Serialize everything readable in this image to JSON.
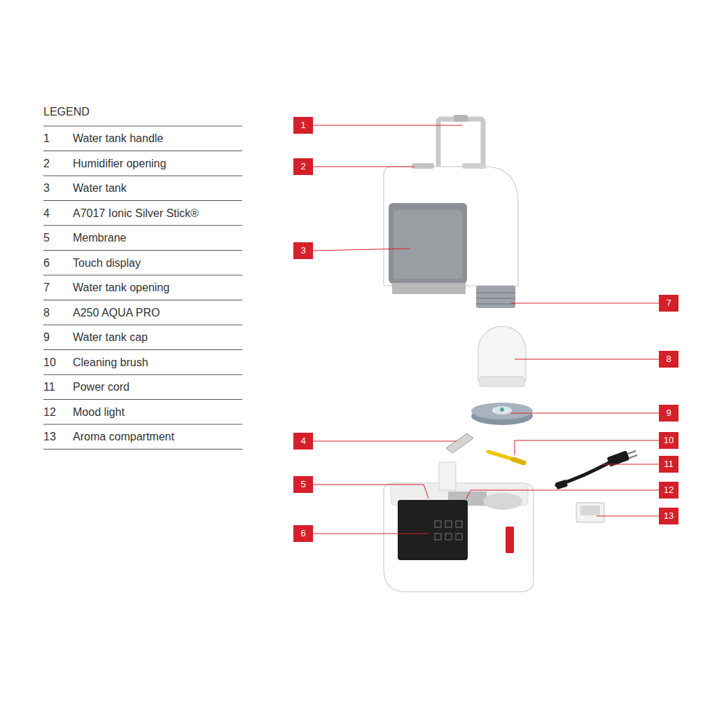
{
  "diagram": {
    "title": "LEGEND",
    "nodes": [
      {
        "text": [
          "1"
        ]
      },
      {
        "text": [
          "2"
        ]
      },
      {
        "text": [
          "3"
        ]
      },
      {
        "text": [
          "7"
        ]
      },
      {
        "text": [
          "8"
        ]
      },
      {
        "text": [
          "9"
        ]
      },
      {
        "text": [
          "4"
        ]
      },
      {
        "text": [
          "10"
        ]
      },
      {
        "text": [
          "11"
        ]
      },
      {
        "text": [
          "5"
        ]
      },
      {
        "text": [
          "12"
        ]
      },
      {
        "text": [
          "13"
        ]
      },
      {
        "text": [
          "6"
        ]
      }
    ],
    "labels": [
      "1",
      "Water tank handle",
      "2",
      "Humidifier opening",
      "3",
      "Water tank",
      "4",
      "A7017 Ionic Silver Stick®",
      "5",
      "Membrane",
      "6",
      "Touch display",
      "7",
      "Water tank opening",
      "8",
      "A250 AQUA PRO",
      "9",
      "Water tank cap",
      "10",
      "Cleaning brush",
      "11",
      "Power cord",
      "12",
      "Mood light",
      "13",
      "Aroma compartment"
    ]
  }
}
